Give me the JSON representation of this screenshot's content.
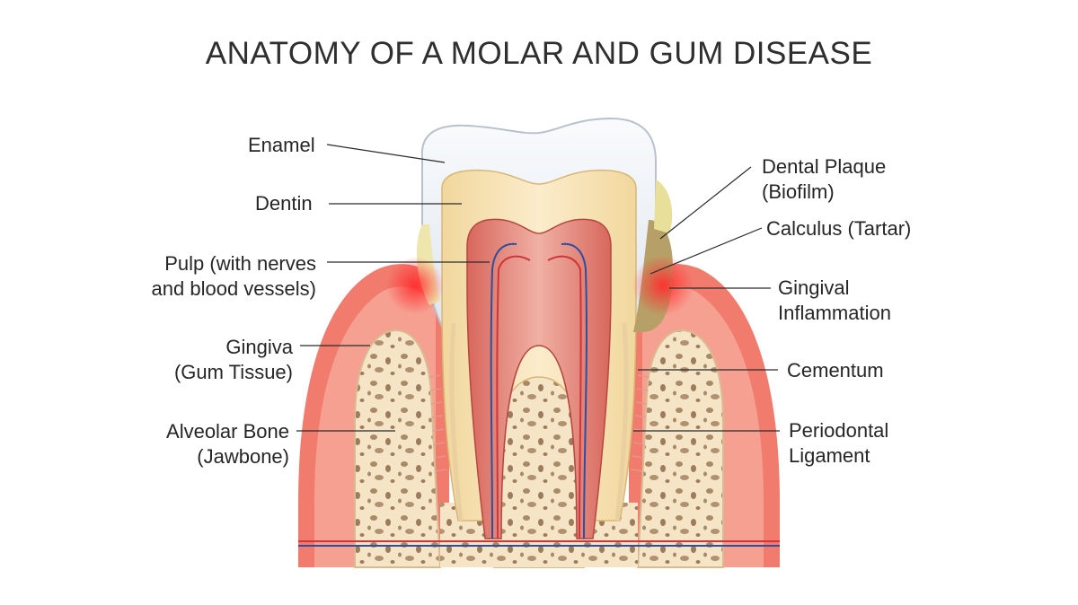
{
  "title": "ANATOMY OF A MOLAR AND GUM DISEASE",
  "labels": {
    "enamel": "Enamel",
    "dentin": "Dentin",
    "pulp_1": "Pulp (with nerves",
    "pulp_2": "and blood vessels)",
    "gingiva_1": "Gingiva",
    "gingiva_2": "(Gum Tissue)",
    "bone_1": "Alveolar Bone",
    "bone_2": "(Jawbone)",
    "plaque_1": "Dental Plaque",
    "plaque_2": "(Biofilm)",
    "calculus": "Calculus (Tartar)",
    "inflammation_1": "Gingival",
    "inflammation_2": "Inflammation",
    "cementum": "Cementum",
    "ligament_1": "Periodontal",
    "ligament_2": "Ligament"
  },
  "colors": {
    "enamel": "#eef2f7",
    "dentin": "#f7e3b4",
    "pulp": "#d9766a",
    "gum": "#f07b6d",
    "bone": "#f4e2c3",
    "calculus": "#b7a067",
    "inflammation": "#ff3b3b",
    "vessel_red": "#d1343a",
    "vessel_blue": "#2f4f9e"
  }
}
